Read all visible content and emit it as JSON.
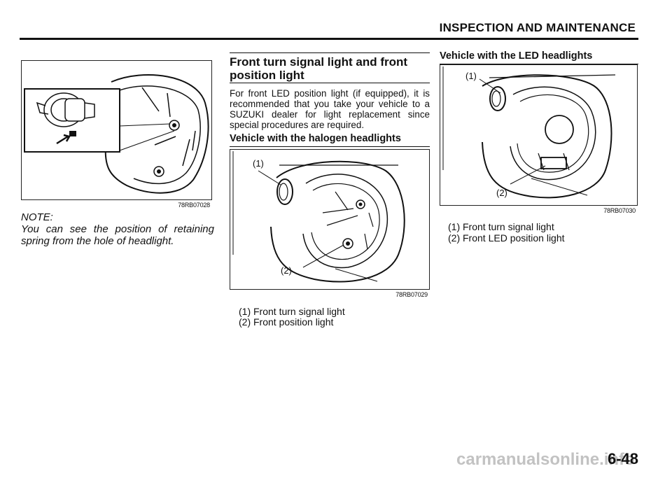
{
  "header": {
    "title": "INSPECTION AND MAINTENANCE"
  },
  "left_column": {
    "figure_code": "78RB07028",
    "note_label": "NOTE:",
    "note_text": "You can see the position of retaining spring from the hole of headlight."
  },
  "middle_column": {
    "section_title": "Front turn signal light and front position light",
    "body": "For front LED position light (if equipped), it is recommended that you take your vehicle to a SUZUKI dealer for light replacement since special procedures are required.",
    "subheading": "Vehicle with the halogen headlights",
    "figure_labels": [
      "(1)",
      "(2)"
    ],
    "figure_code": "78RB07029",
    "legend": [
      "(1) Front turn signal light",
      "(2) Front position light"
    ]
  },
  "right_column": {
    "subheading": "Vehicle with the LED headlights",
    "figure_labels": [
      "(1)",
      "(2)"
    ],
    "figure_code": "78RB07030",
    "legend": [
      "(1) Front turn signal light",
      "(2) Front LED position light"
    ]
  },
  "footer": {
    "page_number": "6-48",
    "watermark": "carmanualsonline.info"
  }
}
